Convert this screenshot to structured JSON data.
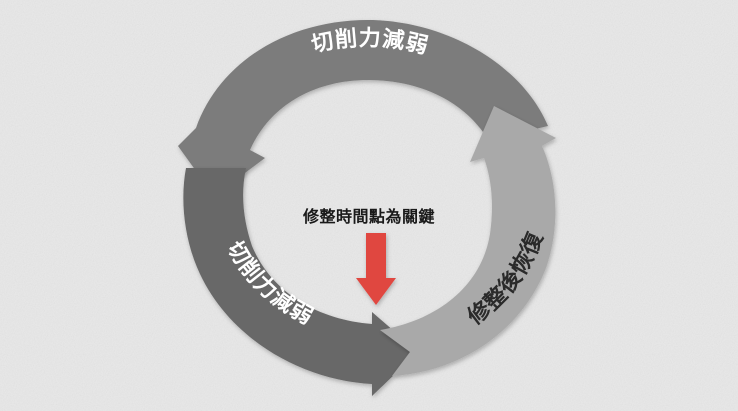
{
  "diagram": {
    "segments": [
      {
        "label": "切削力減弱",
        "color": "#7b7b7b"
      },
      {
        "label": "切削力減弱",
        "color": "#676767"
      },
      {
        "label": "修整後恢復",
        "color": "#a9a9a9"
      }
    ],
    "center_label": "修整時間點為關鍵",
    "arrow_color": "#e0463f",
    "background_color": "#e9e9e9"
  }
}
